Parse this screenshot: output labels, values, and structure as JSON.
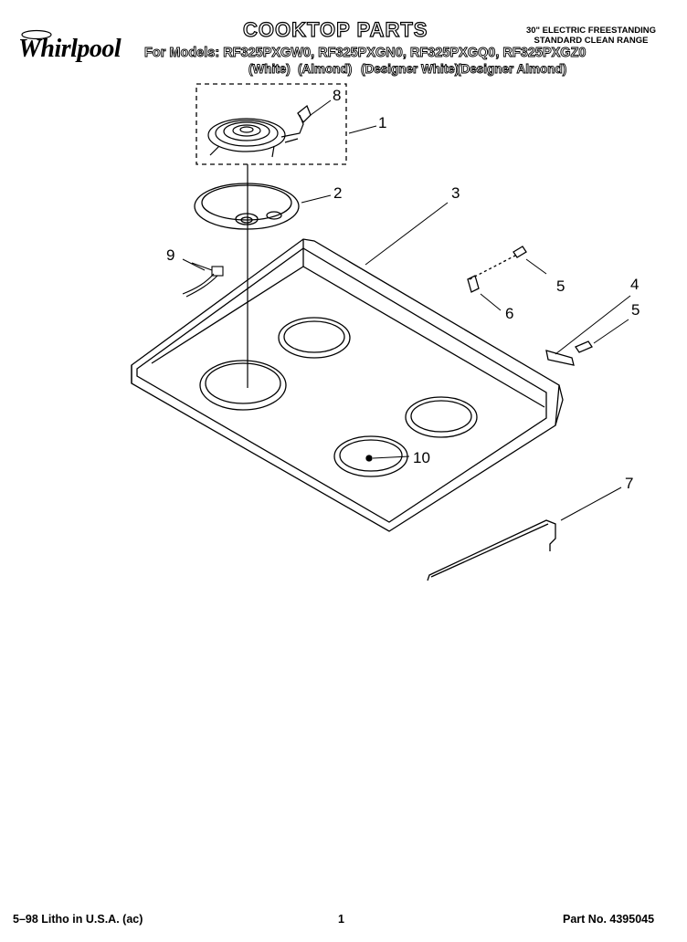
{
  "header": {
    "brand": "Whirlpool",
    "title": "COOKTOP PARTS",
    "range_type_line1": "30\" ELECTRIC FREESTANDING",
    "range_type_line2": "STANDARD CLEAN RANGE",
    "models_line": "For Models: RF325PXGW0, RF325PXGN0, RF325PXGQ0, RF325PXGZ0",
    "colors": [
      "(White)",
      "(Almond)",
      "(Designer White)",
      "(Designer Almond)"
    ]
  },
  "callouts": {
    "c1": "1",
    "c2": "2",
    "c3": "3",
    "c4": "4",
    "c5a": "5",
    "c5b": "5",
    "c6": "6",
    "c7": "7",
    "c8": "8",
    "c9": "9",
    "c10": "10"
  },
  "footer": {
    "litho": "5–98 Litho in U.S.A. (ac)",
    "page": "1",
    "part_no": "Part No. 4395045"
  },
  "colors": {
    "ink": "#000000",
    "paper": "#ffffff"
  }
}
